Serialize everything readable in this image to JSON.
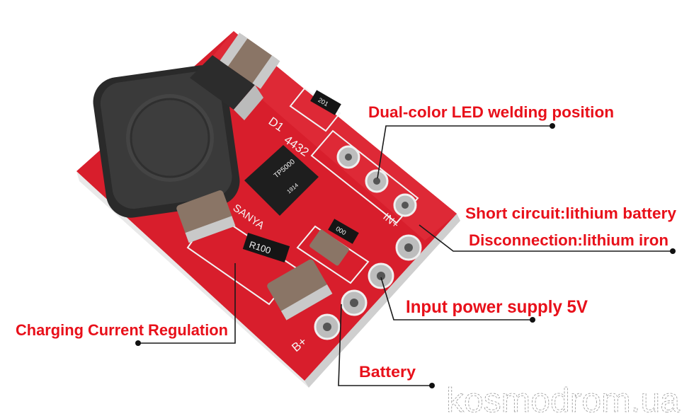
{
  "annotations": {
    "led": "Dual-color LED welding position",
    "short": "Short circuit:lithium battery",
    "disconnect": "Disconnection:lithium iron",
    "input": "Input power supply 5V",
    "charging": "Charging Current  Regulation",
    "battery": "Battery"
  },
  "silkscreen": {
    "d1": "D1",
    "code": "4432",
    "sanya": "SANYA",
    "resistor": "R100",
    "cap1": "201",
    "cap2": "000",
    "chip": "TP5000",
    "chip_date": "1914",
    "bplus": "B+",
    "inplus": "IN+"
  },
  "watermark": "kosmodrom.ua",
  "colors": {
    "label": "#e8101a",
    "board": "#d81e2c",
    "leader": "#1a1a1a"
  }
}
